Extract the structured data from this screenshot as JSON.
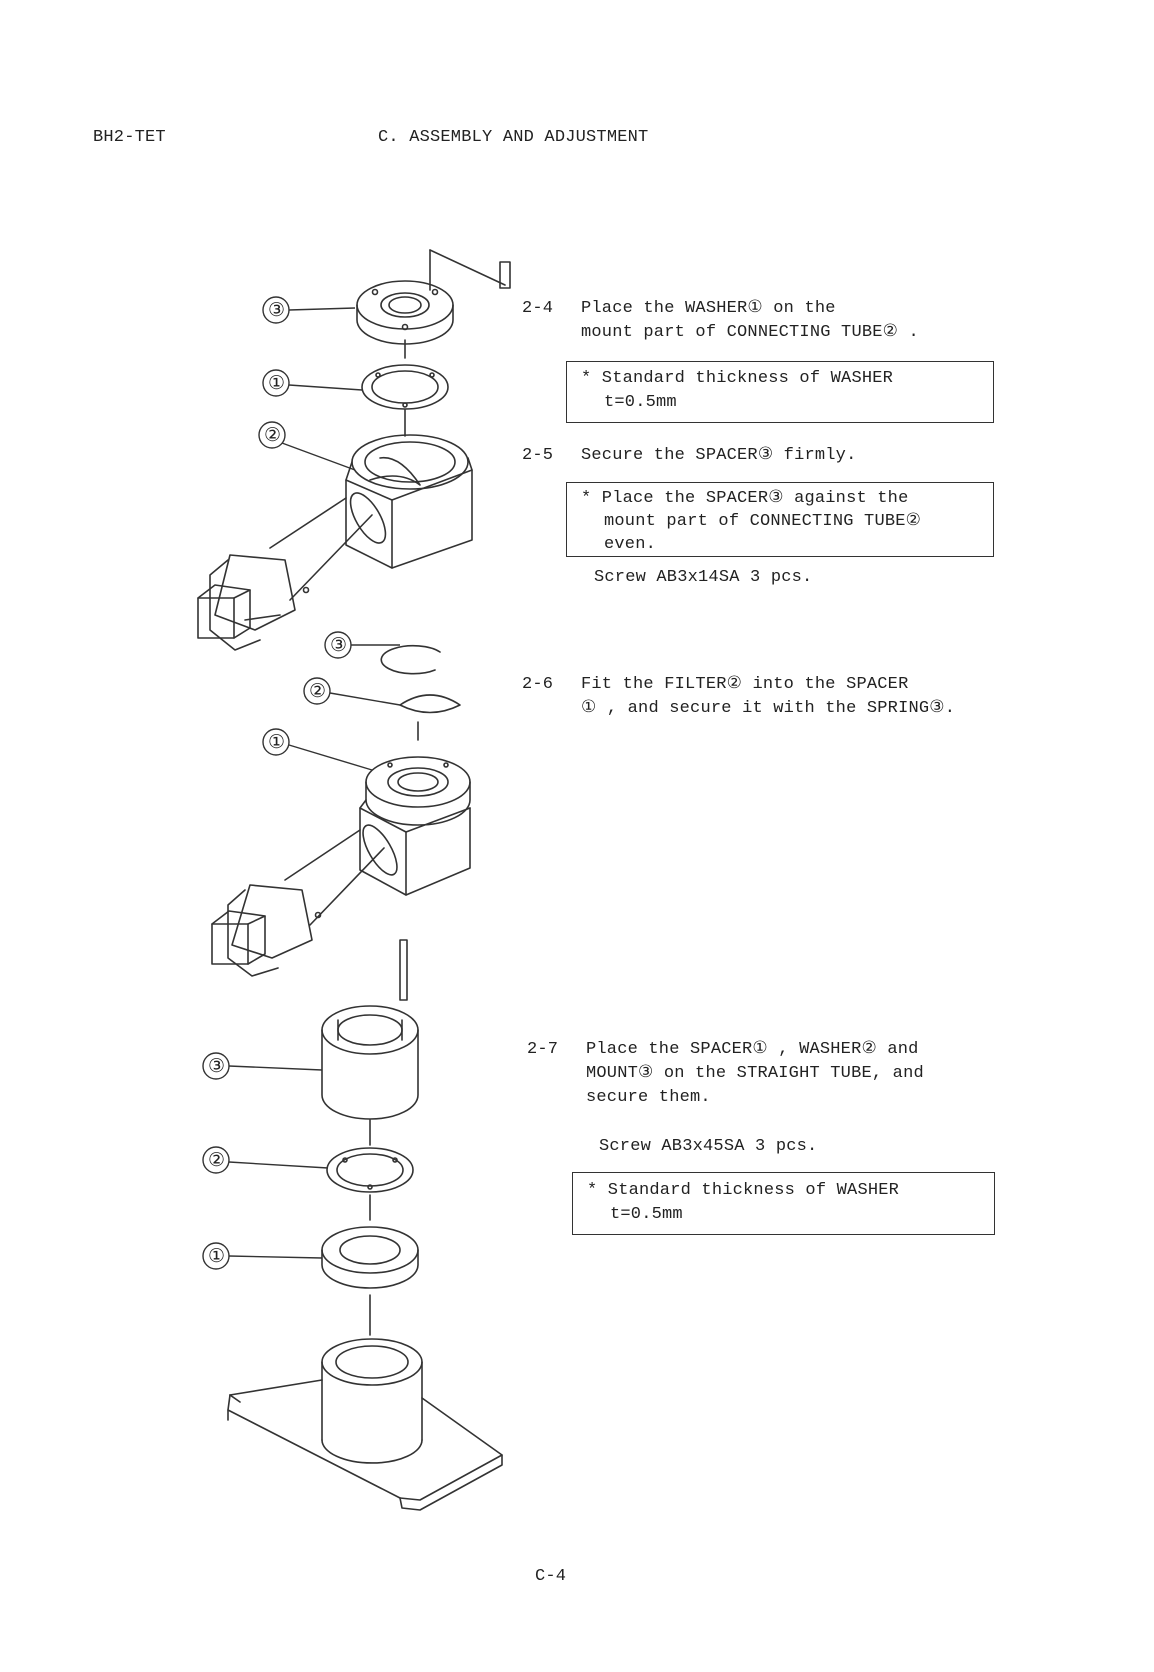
{
  "header": {
    "doc_code": "BH2-TET",
    "section_title": "C.  ASSEMBLY AND ADJUSTMENT"
  },
  "steps": {
    "s24": {
      "num": "2-4",
      "line1": "Place the WASHER① on the",
      "line2": "mount part of CONNECTING TUBE② .",
      "note_line1": "* Standard thickness of WASHER",
      "note_line2": "t=0.5mm"
    },
    "s25": {
      "num": "2-5",
      "line1": "Secure the SPACER③ firmly.",
      "note_line1": "* Place the SPACER③ against the",
      "note_line2": "mount part of CONNECTING TUBE②",
      "note_line3": "even.",
      "screw": "Screw   AB3x14SA   3 pcs."
    },
    "s26": {
      "num": "2-6",
      "line1": "Fit the FILTER② into the SPACER",
      "line2": "① , and secure it with the SPRING③."
    },
    "s27": {
      "num": "2-7",
      "line1": "Place the SPACER① , WASHER② and",
      "line2": "MOUNT③ on the STRAIGHT TUBE, and",
      "line3": "secure them.",
      "screw": "Screw   AB3x45SA   3 pcs.",
      "note_line1": "* Standard thickness of WASHER",
      "note_line2": "t=0.5mm"
    }
  },
  "callouts": {
    "top_3": "③",
    "top_1": "①",
    "top_2": "②",
    "mid_3": "③",
    "mid_2": "②",
    "mid_1": "①",
    "bot_3": "③",
    "bot_2": "②",
    "bot_1": "①"
  },
  "footer": {
    "page_number": "C-4"
  }
}
